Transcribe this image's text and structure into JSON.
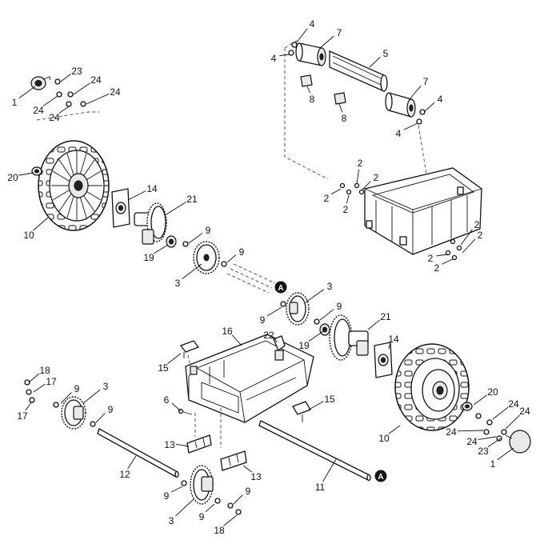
{
  "callouts": [
    {
      "text": "1"
    },
    {
      "text": "23"
    },
    {
      "text": "24"
    },
    {
      "text": "24"
    },
    {
      "text": "24"
    },
    {
      "text": "24"
    },
    {
      "text": "20"
    },
    {
      "text": "10"
    },
    {
      "text": "14"
    },
    {
      "text": "21"
    },
    {
      "text": "9"
    },
    {
      "text": "19"
    },
    {
      "text": "3"
    },
    {
      "text": "9"
    },
    {
      "text": "4"
    },
    {
      "text": "4"
    },
    {
      "text": "7"
    },
    {
      "text": "5"
    },
    {
      "text": "7"
    },
    {
      "text": "8"
    },
    {
      "text": "8"
    },
    {
      "text": "4"
    },
    {
      "text": "4"
    },
    {
      "text": "2"
    },
    {
      "text": "2"
    },
    {
      "text": "2"
    },
    {
      "text": "2"
    },
    {
      "text": "2"
    },
    {
      "text": "2"
    },
    {
      "text": "2"
    },
    {
      "text": "2"
    },
    {
      "text": "3"
    },
    {
      "text": "9"
    },
    {
      "text": "9"
    },
    {
      "text": "21"
    },
    {
      "text": "19"
    },
    {
      "text": "22"
    },
    {
      "text": "16"
    },
    {
      "text": "15"
    },
    {
      "text": "14"
    },
    {
      "text": "6"
    },
    {
      "text": "15"
    },
    {
      "text": "18"
    },
    {
      "text": "17"
    },
    {
      "text": "17"
    },
    {
      "text": "9"
    },
    {
      "text": "3"
    },
    {
      "text": "9"
    },
    {
      "text": "13"
    },
    {
      "text": "13"
    },
    {
      "text": "12"
    },
    {
      "text": "9"
    },
    {
      "text": "3"
    },
    {
      "text": "9"
    },
    {
      "text": "9"
    },
    {
      "text": "18"
    },
    {
      "text": "11"
    },
    {
      "text": "10"
    },
    {
      "text": "20"
    },
    {
      "text": "24"
    },
    {
      "text": "24"
    },
    {
      "text": "24"
    },
    {
      "text": "24"
    },
    {
      "text": "23"
    },
    {
      "text": "1"
    }
  ],
  "markers": [
    {
      "text": "A"
    },
    {
      "text": "A"
    }
  ]
}
